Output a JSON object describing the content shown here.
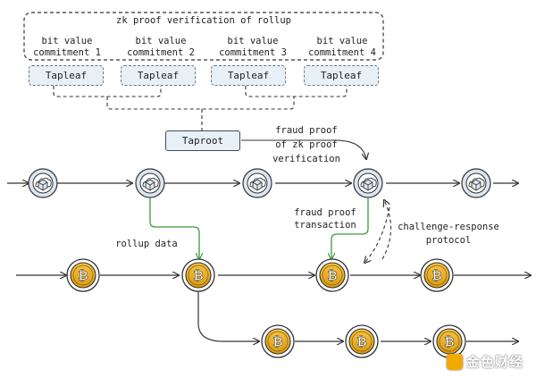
{
  "title": "zk proof verification of rollup",
  "commitments": [
    {
      "line1": "bit value",
      "line2": "commitment 1"
    },
    {
      "line1": "bit value",
      "line2": "commitment 2"
    },
    {
      "line1": "bit value",
      "line2": "commitment 3"
    },
    {
      "line1": "bit value",
      "line2": "commitment 4"
    }
  ],
  "tapleaf_label": "Tapleaf",
  "taproot_label": "Taproot",
  "fraud_proof_verification": [
    "fraud proof",
    "of zk proof",
    "verification"
  ],
  "fraud_proof_transaction": [
    "fraud proof",
    "transaction"
  ],
  "challenge_response": [
    "challenge-response",
    "protocol"
  ],
  "rollup_data": "rollup data",
  "watermark": "金色财经",
  "colors": {
    "tapleaf_fill": "#e8f0f7",
    "green_arrow": "#3a9a3a",
    "coin": "#f0b429",
    "node_fill": "#dbe6f0"
  },
  "icons": {
    "rollup_node": "cube-cloud-icon",
    "bitcoin_node": "bitcoin-coin-icon"
  }
}
